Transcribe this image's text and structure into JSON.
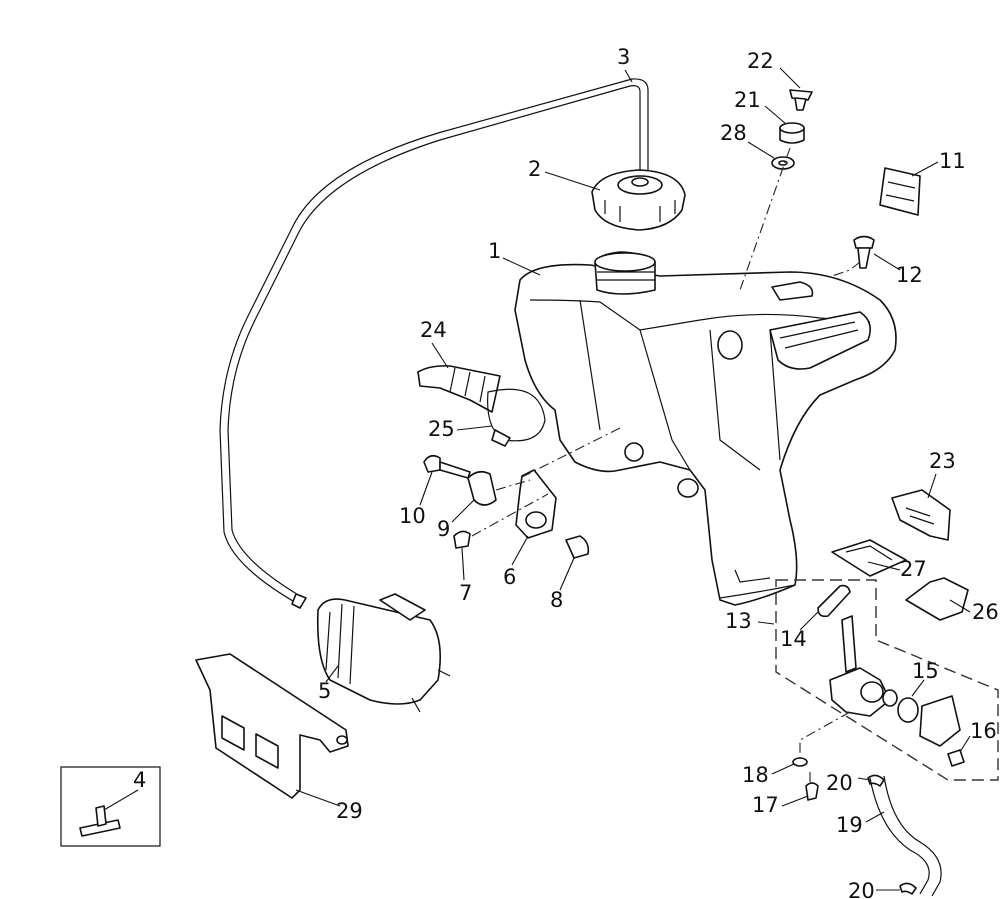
{
  "callouts": {
    "c1": "1",
    "c2": "2",
    "c3": "3",
    "c4": "4",
    "c5": "5",
    "c6": "6",
    "c7": "7",
    "c8": "8",
    "c9": "9",
    "c10": "10",
    "c11": "11",
    "c12": "12",
    "c13": "13",
    "c14": "14",
    "c15": "15",
    "c16": "16",
    "c17": "17",
    "c18": "18",
    "c19": "19",
    "c20a": "20",
    "c20b": "20",
    "c21": "21",
    "c22": "22",
    "c23": "23",
    "c24": "24",
    "c25": "25",
    "c26": "26",
    "c27": "27",
    "c28": "28",
    "c29": "29"
  }
}
